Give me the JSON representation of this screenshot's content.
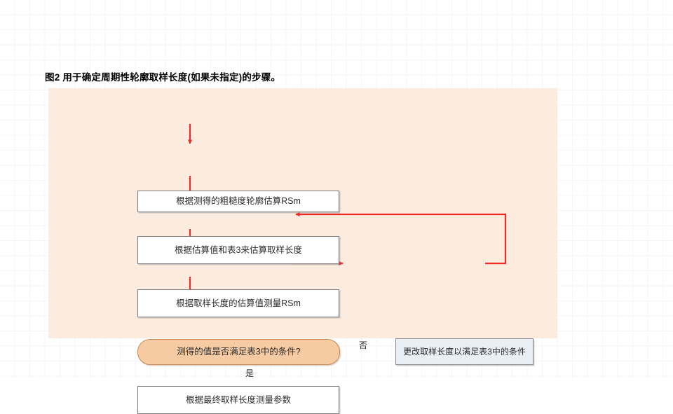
{
  "figure": {
    "title": "图2 用于确定周期性轮廓取样长度(如果未指定)的步骤。",
    "panel_color": "#fcebdf"
  },
  "flowchart": {
    "type": "flowchart",
    "nodes": [
      {
        "id": "n1",
        "label": "根据测得的粗糙度轮廓估算RSm",
        "shape": "rectangle",
        "fill": "#ffffff"
      },
      {
        "id": "n2",
        "label": "根据估算值和表3来估算取样长度",
        "shape": "rectangle",
        "fill": "#ffffff"
      },
      {
        "id": "n3",
        "label": "根据取样长度的估算值测量RSm",
        "shape": "rectangle",
        "fill": "#ffffff"
      },
      {
        "id": "n4",
        "label": "测得的值是否满足表3中的条件?",
        "shape": "rounded",
        "fill": "#f6cba4"
      },
      {
        "id": "n5",
        "label": "根据最终取样长度测量参数",
        "shape": "rectangle",
        "fill": "#ffffff"
      },
      {
        "id": "n6",
        "label": "更改取样长度以满足表3中的条件",
        "shape": "rectangle",
        "fill": "#eaeff6"
      }
    ],
    "edge_labels": {
      "no": "否",
      "yes": "是"
    },
    "edges": [
      {
        "from": "n1",
        "to": "n2",
        "label": ""
      },
      {
        "from": "n2",
        "to": "n3",
        "label": ""
      },
      {
        "from": "n3",
        "to": "n4",
        "label": ""
      },
      {
        "from": "n4",
        "to": "n6",
        "label": "否"
      },
      {
        "from": "n4",
        "to": "n5",
        "label": "是"
      },
      {
        "from": "n6",
        "to": "n3",
        "label": ""
      }
    ],
    "arrow_color": "#ee2b2b"
  }
}
